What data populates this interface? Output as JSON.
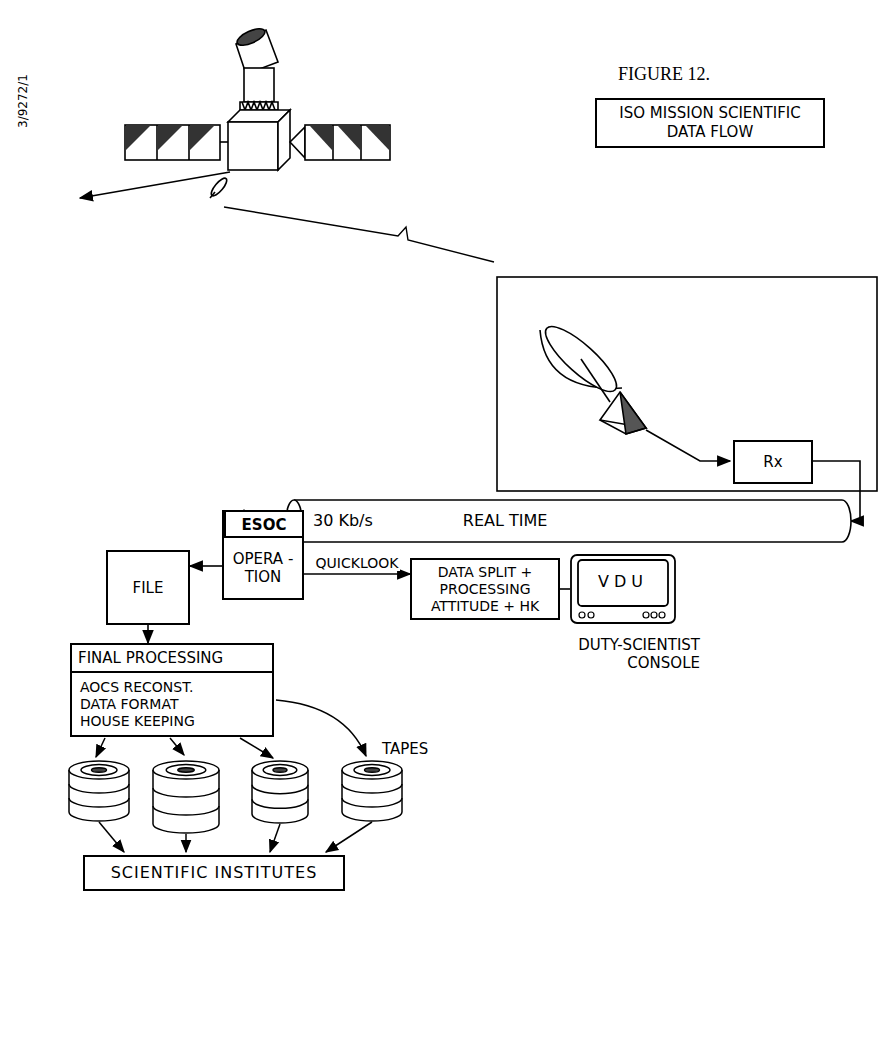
{
  "diagram": {
    "title": "ISO MISSION SCIENTIFIC DATA FLOW",
    "nodes": [
      {
        "text": [
          "Rx"
        ]
      },
      {
        "text": [
          "30 Kb/s",
          "REAL TIME"
        ]
      },
      {
        "text": [
          "ESOC"
        ]
      },
      {
        "text": [
          "FILE"
        ]
      },
      {
        "text": [
          "OPERA -TION"
        ]
      },
      {
        "text": [
          "DATA SPLIT + PROCESSING ATTITUDE + HK"
        ]
      },
      {
        "text": [
          "VDU"
        ]
      },
      {
        "text": [
          "FINAL PROCESSING",
          "AOCS RECONST. DATA FORMAT HOUSE KEEPING"
        ]
      },
      {
        "text": [
          "SCIENTIFIC INSTITUTES"
        ]
      }
    ],
    "edges": [
      {
        "from": 0,
        "to": 1,
        "arrow": "to"
      },
      {
        "from": 1,
        "to": 2,
        "arrow": "to"
      },
      {
        "from": 4,
        "to": 3,
        "arrow": "to"
      },
      {
        "from": 4,
        "to": 5,
        "label": "QUICKLOOK",
        "arrow": "to"
      },
      {
        "from": 5,
        "to": 6,
        "arrow": "none"
      },
      {
        "from": 3,
        "to": 7,
        "arrow": "to"
      }
    ],
    "labels": [
      "FIGURE 12.",
      "3/9272/1",
      "TAPES",
      "DUTY-SCIENTIST CONSOLE"
    ]
  }
}
